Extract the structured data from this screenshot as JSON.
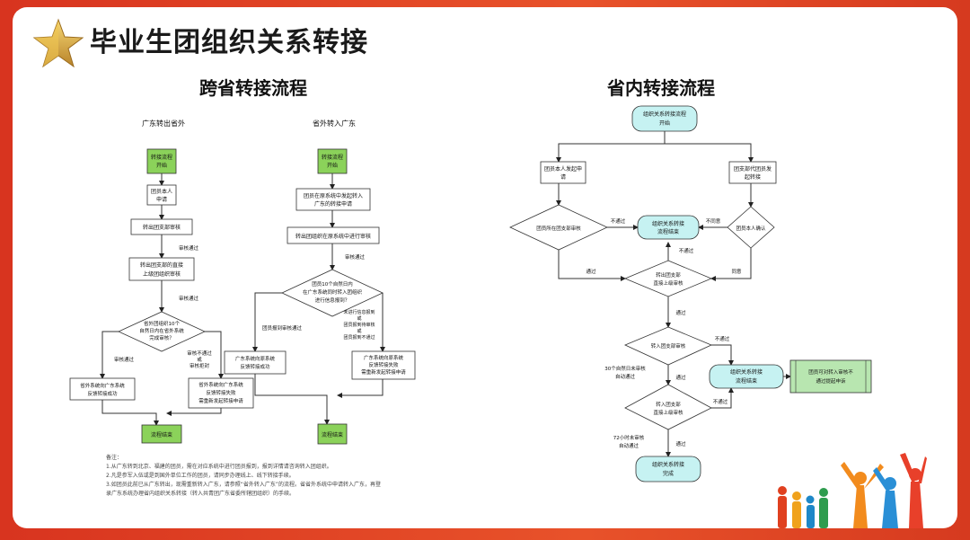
{
  "slide": {
    "title": "毕业生团组织关系转接",
    "left_heading": "跨省转接流程",
    "right_heading": "省内转接流程"
  },
  "cross_province": {
    "col1_title": "广东转出省外",
    "col1_start": [
      "转接流程",
      "开始"
    ],
    "col1_apply": [
      "团员本人",
      "申请"
    ],
    "col1_review": "转出团支部审核",
    "col1_pass1": "审核通过",
    "col1_upper": [
      "转出团支部的直接",
      "上级团组织审核"
    ],
    "col1_pass2": "审核通过",
    "col1_decision": [
      "省外团组织10个",
      "自然日内在省外系统",
      "完成审核？"
    ],
    "col1_yes": "审核通过",
    "col1_no": [
      "审核不通过",
      "或",
      "审核拒封"
    ],
    "col1_success": [
      "省外系统向广东系统",
      "反馈转接成功"
    ],
    "col1_fail": [
      "省外系统向广东系统",
      "反馈转接失败",
      "需重新发起转接申请"
    ],
    "col1_end": "流程结束",
    "col2_title": "省外转入广东",
    "col2_start": [
      "转接流程",
      "开始"
    ],
    "col2_apply": [
      "团员在原系统中发起转入",
      "广东的转接申请"
    ],
    "col2_review": "转出团组织在原系统中进行审核",
    "col2_pass": "审核通过",
    "col2_decision": [
      "团员10个自然日内",
      "在广东系统同时转入团组织",
      "进行信息报到？"
    ],
    "col2_yes": "团员报到审核通过",
    "col2_no": [
      "未进行信息报到",
      "或",
      "团员报到待审核",
      "或",
      "团员报到不通过"
    ],
    "col2_success": [
      "广东系统向原系统",
      "反馈转接成功"
    ],
    "col2_fail": [
      "广东系统向原系统",
      "反馈转接失败",
      "需重新发起转接申请"
    ],
    "col2_end": "流程结束",
    "notes": [
      "备注：",
      "1.从广东转到北京、福建的团员，需在对应系统中进行团员报到，报到详情请咨询转入团组织。",
      "2.凡是参军入伍或是到国外单位工作的团员，请同步办理线上、线下转接手续。",
      "3.如团员此前已从广东转出，现需重新转入广东，请参照“省外转入广东”的流程。省省外系统中申请转入广东，再登",
      "录广东系统办理省内组织关系转接（转入共青团广东省委所辖团组织）的手续。"
    ]
  },
  "in_province": {
    "start": [
      "组织关系转接流程",
      "开始"
    ],
    "member_apply": [
      "团员本人发起申",
      "请"
    ],
    "branch_apply": [
      "团支部代团员发",
      "起转接"
    ],
    "d_origin": "团员所在团支部审核",
    "no_pass_1": "不通过",
    "end_mid": [
      "组织关系转接",
      "流程结束"
    ],
    "no_agree": "不同意",
    "d_self": "团员本人确认",
    "no_pass_2": "不通过",
    "pass_1": "通过",
    "d_upper_out": [
      "转出团支部",
      "直接上级审核"
    ],
    "agree": "同意",
    "pass_2": "通过",
    "no_pass_3": "不通过",
    "d_in_branch": "转入团支部审核",
    "end_right": [
      "组织关系转接",
      "流程结束"
    ],
    "appeal": [
      "团员可对转入审核不",
      "通过提起申诉"
    ],
    "auto_30": [
      "30个自然日未审核",
      "自动通过"
    ],
    "pass_3": "通过",
    "d_upper_in": [
      "转入团支部",
      "直接上级审核"
    ],
    "no_pass_4": "不通过",
    "auto_72": [
      "72小时未审核",
      "自动通过"
    ],
    "pass_4": "通过",
    "end_final": [
      "组织关系转接",
      "完成"
    ]
  },
  "colors": {
    "accent_red": "#e0401f",
    "start_green": "#8bd25a",
    "terminal_cyan": "#c6f2f2",
    "appeal_green": "#b8e6b0",
    "star_gold": "#e8b93a"
  }
}
